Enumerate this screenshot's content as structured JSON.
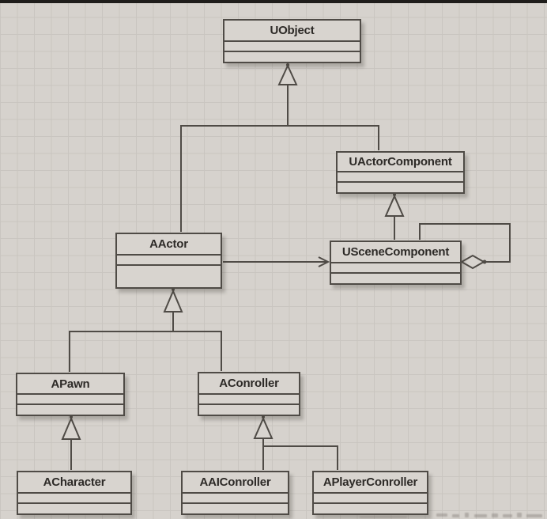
{
  "diagram": {
    "type": "uml-class-diagram",
    "classes": [
      {
        "name": "UObject"
      },
      {
        "name": "UActorComponent"
      },
      {
        "name": "AActor"
      },
      {
        "name": "USceneComponent"
      },
      {
        "name": "APawn"
      },
      {
        "name": "AConroller"
      },
      {
        "name": "ACharacter"
      },
      {
        "name": "AAIConroller"
      },
      {
        "name": "APlayerConroller"
      }
    ],
    "relationships": [
      {
        "type": "generalization",
        "from": "AActor",
        "to": "UObject"
      },
      {
        "type": "generalization",
        "from": "UActorComponent",
        "to": "UObject"
      },
      {
        "type": "generalization",
        "from": "USceneComponent",
        "to": "UActorComponent"
      },
      {
        "type": "directed-association",
        "from": "AActor",
        "to": "USceneComponent"
      },
      {
        "type": "self-aggregation",
        "from": "USceneComponent",
        "to": "USceneComponent"
      },
      {
        "type": "generalization",
        "from": "APawn",
        "to": "AActor"
      },
      {
        "type": "generalization",
        "from": "AConroller",
        "to": "AActor"
      },
      {
        "type": "generalization",
        "from": "ACharacter",
        "to": "APawn"
      },
      {
        "type": "generalization",
        "from": "AAIConroller",
        "to": "AConroller"
      },
      {
        "type": "generalization",
        "from": "APlayerConroller",
        "to": "AConroller"
      }
    ],
    "colors": {
      "background": "#d6d2cd",
      "grid_line": "#c9c5c0",
      "box_fill": "#d8d4cf",
      "stroke": "#4f4b46",
      "text": "#2d2a27",
      "top_bar": "#1f1d1b"
    }
  }
}
